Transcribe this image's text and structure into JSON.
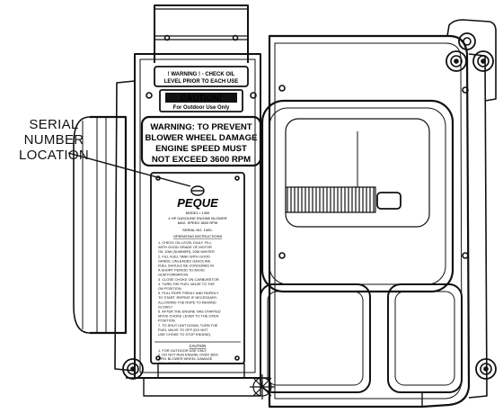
{
  "callout": {
    "line1": "SERIAL",
    "line2": "NUMBER",
    "line3": "LOCATION"
  },
  "top_label": {
    "line1": "! WARNING ! - CHECK OIL",
    "line2": "LEVEL PRIOR TO EACH USE"
  },
  "caution_label": {
    "title": "CAUTION!",
    "text": "For Outdoor Use Only"
  },
  "warning_label": {
    "line1": "WARNING: TO PREVENT",
    "line2": "BLOWER WHEEL DAMAGE",
    "line3": "ENGINE SPEED MUST",
    "line4": "NOT EXCEED 3600 RPM"
  },
  "plate": {
    "brand": "PEQUE",
    "model": "MODEL • 1400",
    "desc1": "4 HP GASOLINE ENGINE BLOWER",
    "desc2": "MAX. SPEED 3600 RPM",
    "serial": "SERIAL NO. 1400-",
    "instructions_title": "OPERATING INSTRUCTIONS",
    "steps": [
      "1. CHECK OIL LEVEL DAILY. FILL",
      "   WITH GOOD GRADE OF MOTOR",
      "   OIL 10W (SUMMER), 20W WINTER",
      "2. FILL FUEL TANK WITH GOOD",
      "   GRADE, UNLEADED GASOLINE.",
      "   FUEL SHOULD BE CONSUMED IN",
      "   A SHORT PERIOD TO AVOID",
      "   GUM FORMATION.",
      "3. CLOSE CHOKE ON CARBURETOR.",
      "4. TURN THE FUEL VALVE TO THE",
      "   ON POSITION.",
      "5. PULL ROPE FIRMLY AND RAPIDLY",
      "   TO START. REPEAT IF NECESSARY,",
      "   ALLOWING THE ROPE TO REWIND",
      "   SLOWLY.",
      "6. AFTER THE ENGINE HAS STARTED",
      "   MOVE CHOKE LEVER TO THE OPEN",
      "   POSITION.",
      "7. TO SHUT UNIT DOWN, TURN THE",
      "   FUEL VALVE TO OFF (DO NOT",
      "   USE CHOKE TO STOP ENGINE)."
    ],
    "caution_title": "CAUTION",
    "cautions": [
      "1. FOR OUTDOOR USE ONLY.",
      "2. DO NOT RUN ENGINE OVER 3600",
      "   RPM. BLOWER WHEEL DAMAGE",
      "   WILL OCCUR."
    ]
  }
}
